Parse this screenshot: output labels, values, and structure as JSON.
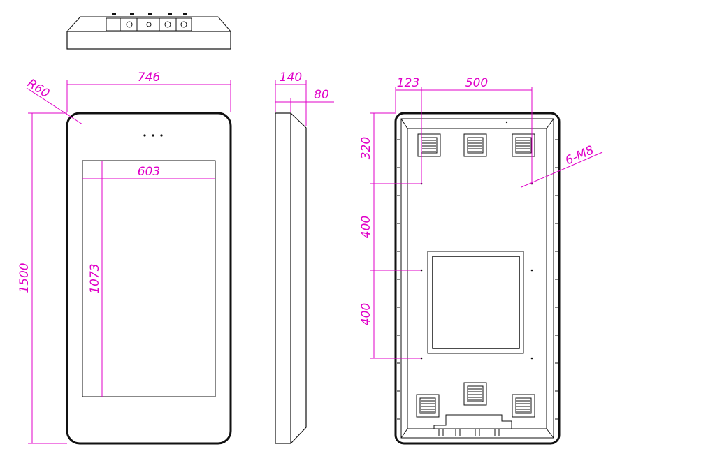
{
  "colors": {
    "dimension": "#e000c8",
    "outline": "#111111",
    "background": "#ffffff"
  },
  "dimensions": {
    "front_corner_radius": "R60",
    "front_width": "746",
    "front_height": "1500",
    "screen_width": "603",
    "screen_height": "1073",
    "side_depth": "140",
    "side_step": "80",
    "back_edge_offset": "123",
    "back_hole_spacing": "500",
    "back_top_offset": "320",
    "back_vertical_spacing_1": "400",
    "back_vertical_spacing_2": "400",
    "back_mount_holes": "6-M8"
  }
}
